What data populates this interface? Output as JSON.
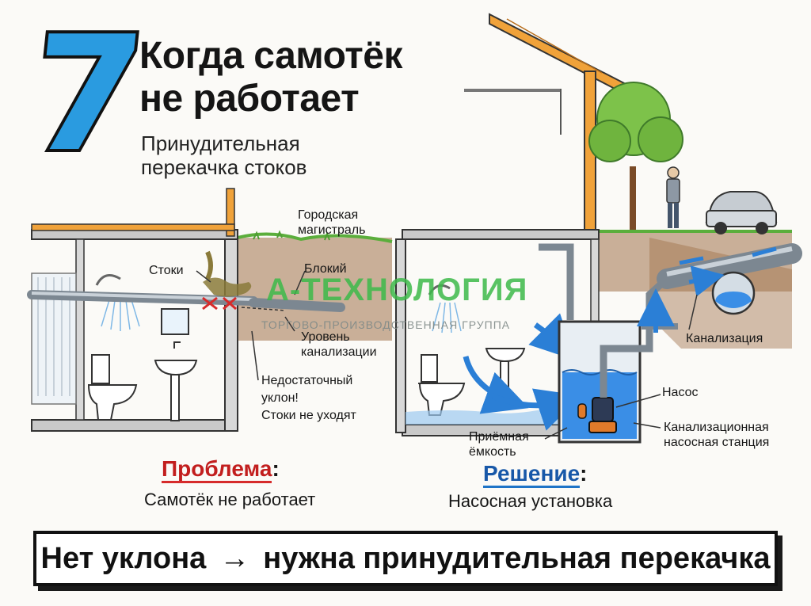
{
  "header": {
    "number": "7",
    "title_line1": "Когда самотёк",
    "title_line2": "не работает",
    "subtitle_line1": "Принудительная",
    "subtitle_line2": "перекачка  стоков"
  },
  "left_panel": {
    "labels": {
      "city_main_1": "Городская",
      "city_main_2": "магистраль",
      "waste": "Стоки",
      "blockage": "Блокий",
      "sewer_level_1": "Уровень",
      "sewer_level_2": "канализации",
      "slope_1": "Недостаточный",
      "slope_2": "уклон!",
      "slope_3": "Стоки не уходят"
    },
    "heading": "Проблема",
    "heading_colon": ":",
    "caption": "Самотёк  не работает"
  },
  "right_panel": {
    "labels": {
      "sewer": "Канализация",
      "pump": "Насос",
      "station_1": "Канализационная",
      "station_2": "насосная станция",
      "tank_1": "Приёмная",
      "tank_2": "ёмкость"
    },
    "heading": "Решение",
    "heading_colon": ":",
    "caption": "Насосная установка"
  },
  "watermark": {
    "brand": "А-ТЕХНОЛОГИЯ",
    "tagline": "ТОРГОВО-ПРОИЗВОДСТВЕННАЯ ГРУППА"
  },
  "bottom": {
    "left": "Нет  уклона",
    "arrow": "→",
    "right": "нужна  принудительная  перекачка"
  },
  "colors": {
    "accent_blue": "#2a9be0",
    "water_blue": "#3a8ee6",
    "problem_red": "#d62b2b",
    "soil_brown": "#8a5a36",
    "grass_green": "#5bae3c",
    "brand_green": "#3dba4a"
  }
}
